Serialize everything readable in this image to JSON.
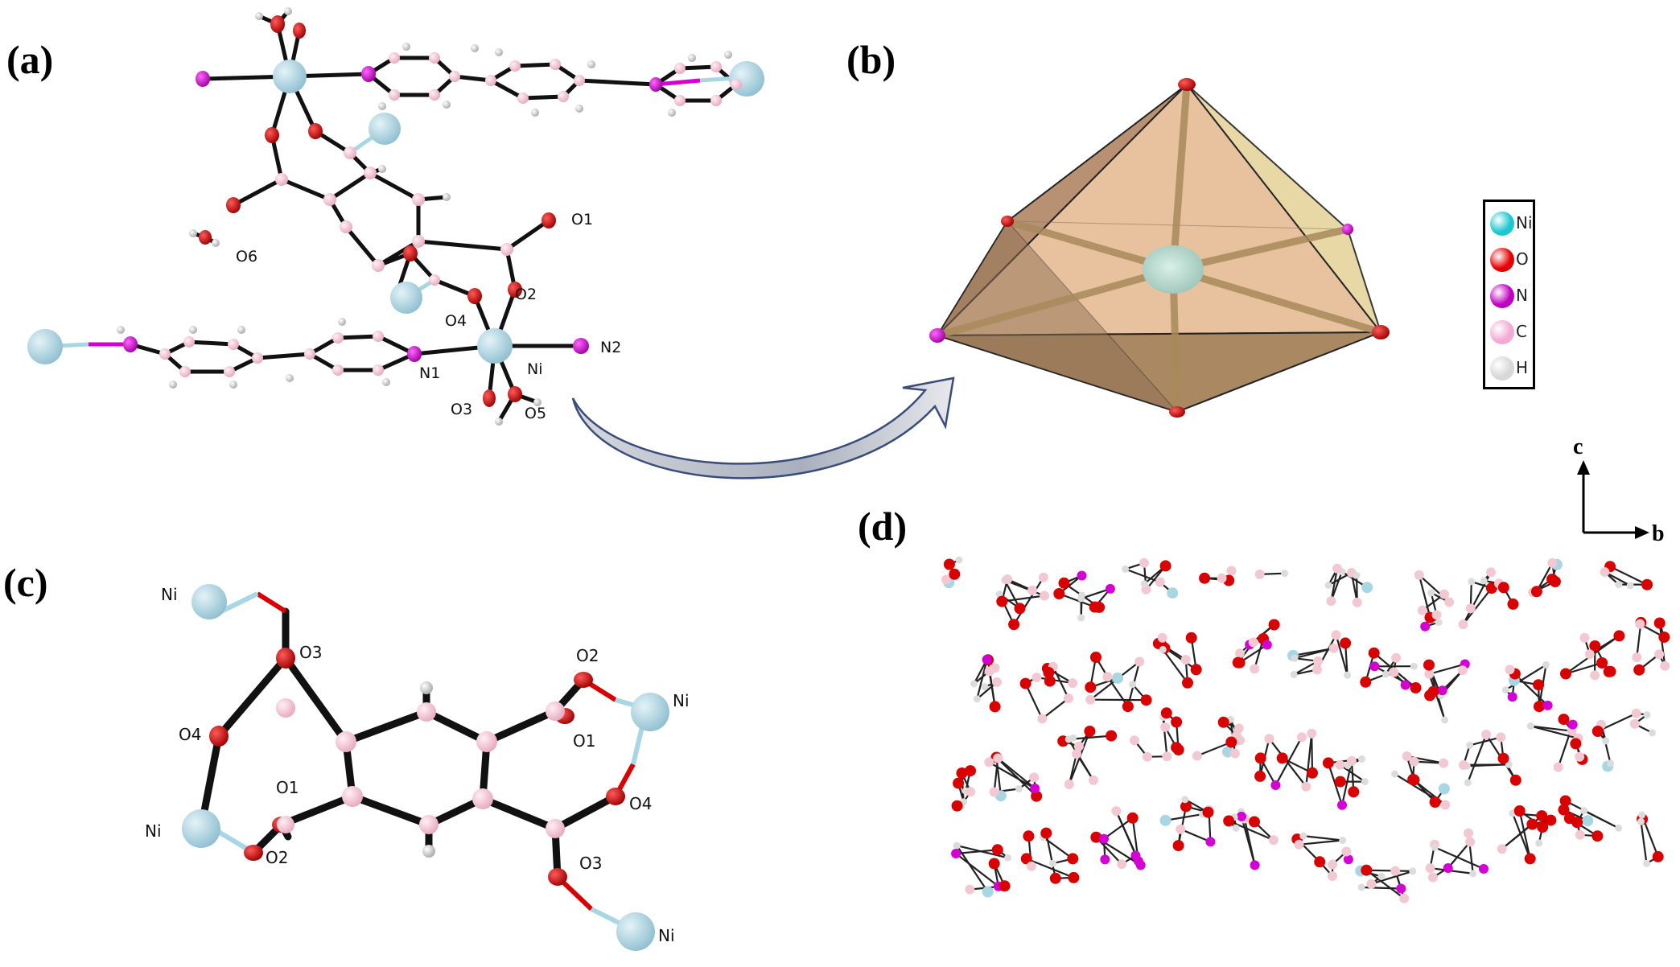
{
  "panels": {
    "a": "(a)",
    "b": "(b)",
    "c": "(c)",
    "d": "(d)"
  },
  "panel_a_labels": {
    "o1": "O1",
    "o2": "O2",
    "o3": "O3",
    "o4": "O4",
    "o5": "O5",
    "o6": "O6",
    "n1": "N1",
    "n2": "N2",
    "ni": "Ni"
  },
  "panel_c_labels": {
    "ni_top": "Ni",
    "ni_left": "Ni",
    "ni_right": "Ni",
    "ni_bottom": "Ni",
    "o3_top": "O3",
    "o4_left": "O4",
    "o1_mid": "O1",
    "o2_left": "O2",
    "o2_right": "O2",
    "o1_right": "O1",
    "o4_right": "O4",
    "o3_bottom": "O3"
  },
  "legend": [
    {
      "label": "Ni",
      "color": "#1cc7cf"
    },
    {
      "label": "O",
      "color": "#e60000"
    },
    {
      "label": "N",
      "color": "#c000c0"
    },
    {
      "label": "C",
      "color": "#f3a9d5"
    },
    {
      "label": "H",
      "color": "#d8d8d8"
    }
  ],
  "axes": {
    "c": "c",
    "b": "b"
  },
  "colors": {
    "ni": "#a9d6e3",
    "o": "#d90000",
    "n": "#d400d4",
    "c": "#f2c9d3",
    "h": "#dcdcdc",
    "bond": "#111111",
    "polyhedron": "#c9a07a",
    "arrow": "#9aa5b5"
  }
}
